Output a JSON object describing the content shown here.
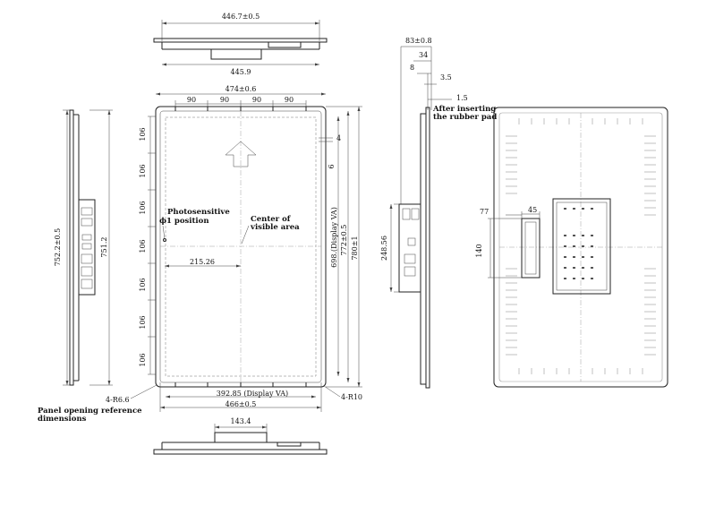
{
  "top_view": {
    "width_top": "446.7±0.5",
    "width_bottom": "445.9"
  },
  "front_view": {
    "overall_width": "474±0.6",
    "pitch": [
      "90",
      "90",
      "90",
      "90"
    ],
    "vertical_pitch": [
      "106",
      "106",
      "106",
      "106",
      "106",
      "106",
      "106"
    ],
    "gap_4": "4",
    "gap_6": "6",
    "photosensitive_label_1": "Photosensitive",
    "photosensitive_label_2": "ϕ1 position",
    "center_label_1": "Center of",
    "center_label_2": "visible area",
    "offset": "215.26",
    "display_va_height": "698.(Display VA)",
    "height_772": "772±0.5",
    "height_780": "780±1",
    "display_va_width": "392.85 (Display VA)",
    "opening_width": "466±0.5",
    "corner_r6": "4-R6.6",
    "corner_r10": "4-R10",
    "panel_opening_1": "Panel opening reference",
    "panel_opening_2": "dimensions"
  },
  "left_side_view": {
    "height_outer": "752.2±0.5",
    "height_inner": "751.2"
  },
  "bottom_view": {
    "bracket_width": "143.4"
  },
  "right_side_view": {
    "depth": "83±0.8",
    "d34": "34",
    "d8": "8",
    "d35": "3.5",
    "d15": "1.5",
    "rubber_1": "After inserting",
    "rubber_2": "the rubber pad",
    "bracket_height": "248.56"
  },
  "rear_view": {
    "d77": "77",
    "d45": "45",
    "d140": "140"
  }
}
